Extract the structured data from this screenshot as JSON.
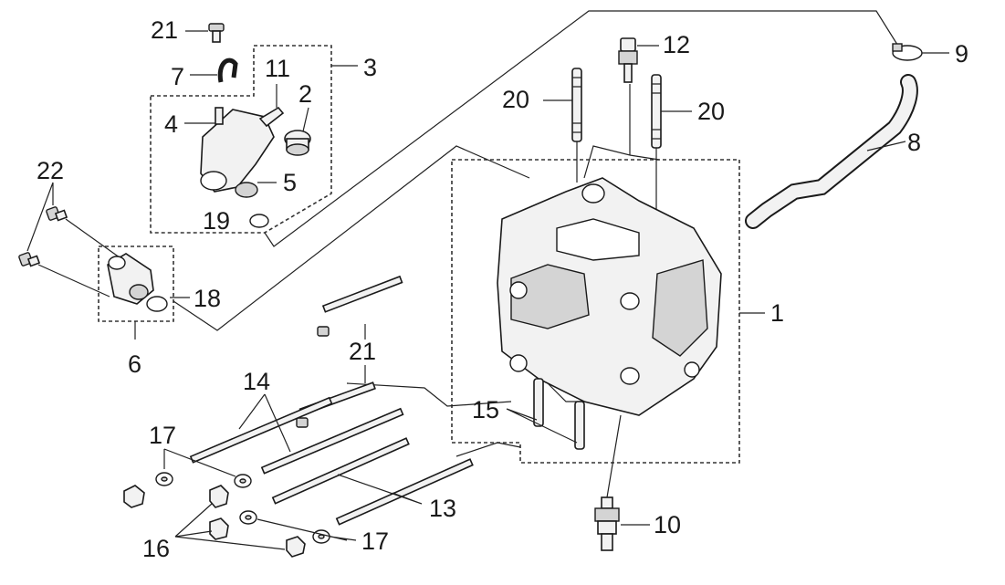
{
  "diagram": {
    "callouts": [
      {
        "id": "c1",
        "text": "1"
      },
      {
        "id": "c2",
        "text": "2"
      },
      {
        "id": "c3",
        "text": "3"
      },
      {
        "id": "c4",
        "text": "4"
      },
      {
        "id": "c5",
        "text": "5"
      },
      {
        "id": "c6",
        "text": "6"
      },
      {
        "id": "c7",
        "text": "7"
      },
      {
        "id": "c8",
        "text": "8"
      },
      {
        "id": "c9",
        "text": "9"
      },
      {
        "id": "c10",
        "text": "10"
      },
      {
        "id": "c11",
        "text": "11"
      },
      {
        "id": "c12",
        "text": "12"
      },
      {
        "id": "c13",
        "text": "13"
      },
      {
        "id": "c14",
        "text": "14"
      },
      {
        "id": "c15",
        "text": "15"
      },
      {
        "id": "c16",
        "text": "16"
      },
      {
        "id": "c17a",
        "text": "17"
      },
      {
        "id": "c17b",
        "text": "17"
      },
      {
        "id": "c18",
        "text": "18"
      },
      {
        "id": "c19",
        "text": "19"
      },
      {
        "id": "c20a",
        "text": "20"
      },
      {
        "id": "c20b",
        "text": "20"
      },
      {
        "id": "c21a",
        "text": "21"
      },
      {
        "id": "c21b",
        "text": "21"
      },
      {
        "id": "c22",
        "text": "22"
      }
    ]
  }
}
